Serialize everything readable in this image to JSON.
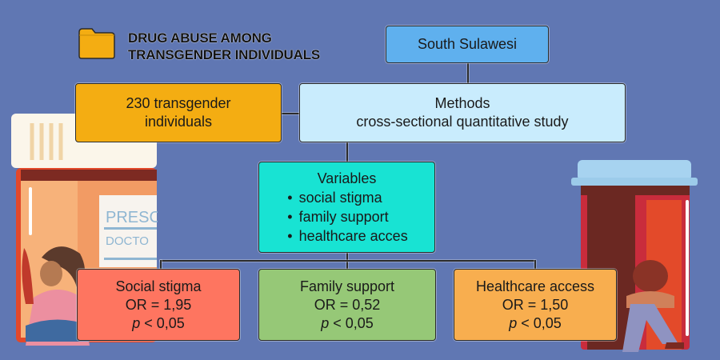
{
  "title": {
    "icon": "folder-icon",
    "line1": "DRUG ABUSE AMONG",
    "line2": "TRANSGENDER INDIVIDUALS"
  },
  "region": {
    "label": "South Sulawesi"
  },
  "sample": {
    "line1": "230 transgender",
    "line2": "individuals"
  },
  "methods": {
    "heading": "Methods",
    "detail": "cross-sectional quantitative study"
  },
  "variables": {
    "heading": "Variables",
    "items": [
      "social stigma",
      "family support",
      "healthcare acces"
    ]
  },
  "results": [
    {
      "name": "Social stigma",
      "or": "OR = 1,95",
      "p_symbol": "p",
      "p_rest": " < 0,05",
      "color": "#fe7560"
    },
    {
      "name": "Family support",
      "or": "OR = 0,52",
      "p_symbol": "p",
      "p_rest": " < 0,05",
      "color": "#96c877"
    },
    {
      "name": "Healthcare access",
      "or": "OR = 1,50",
      "p_symbol": "p",
      "p_rest": " < 0,05",
      "color": "#f8ae4f"
    }
  ],
  "illustrations": {
    "left": {
      "label_line1": "PRESC",
      "label_line2": "DOCTO"
    }
  },
  "colors": {
    "background": "#6077b3",
    "region": "#5fb0ee",
    "sample": "#f4ad12",
    "methods": "#c9ecfd",
    "variables": "#18e3d3"
  }
}
